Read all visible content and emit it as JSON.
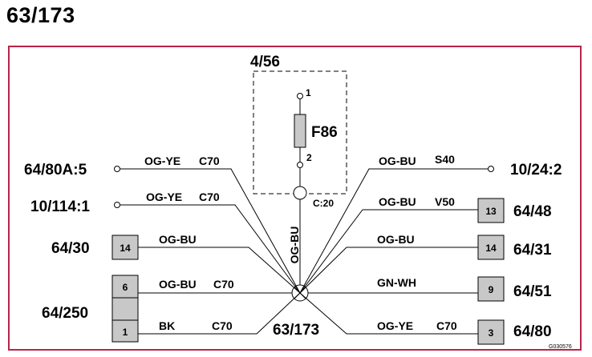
{
  "title": "63/173",
  "fuse_box": {
    "ref": "4/56",
    "name": "F86",
    "pin1": "1",
    "pin2": "2"
  },
  "splice": {
    "label": "63/173",
    "wire": "OG-BU",
    "conn": "C:20"
  },
  "left": [
    {
      "ref": "64/80A:5",
      "wire": "OG-YE",
      "conn": "C70"
    },
    {
      "ref": "10/114:1",
      "wire": "OG-YE",
      "conn": "C70"
    },
    {
      "ref": "64/30",
      "pin": "14",
      "wire": "OG-BU"
    },
    {
      "ref": "64/250",
      "pin_a": "6",
      "wire_a": "OG-BU",
      "conn_a": "C70",
      "pin_b": "1",
      "wire_b": "BK",
      "conn_b": "C70"
    }
  ],
  "right": [
    {
      "ref": "10/24:2",
      "wire": "OG-BU",
      "conn": "S40"
    },
    {
      "ref": "64/48",
      "pin": "13",
      "wire": "OG-BU",
      "conn": "V50"
    },
    {
      "ref": "64/31",
      "pin": "14",
      "wire": "OG-BU"
    },
    {
      "ref": "64/51",
      "pin": "9",
      "wire": "GN-WH"
    },
    {
      "ref": "64/80",
      "pin": "3",
      "wire": "OG-YE",
      "conn": "C70"
    }
  ],
  "image_code": "G030576",
  "colors": {
    "frame": "#b8244a",
    "pin_fill": "#c8c8c8",
    "fuse_fill": "#c8c8c8"
  }
}
